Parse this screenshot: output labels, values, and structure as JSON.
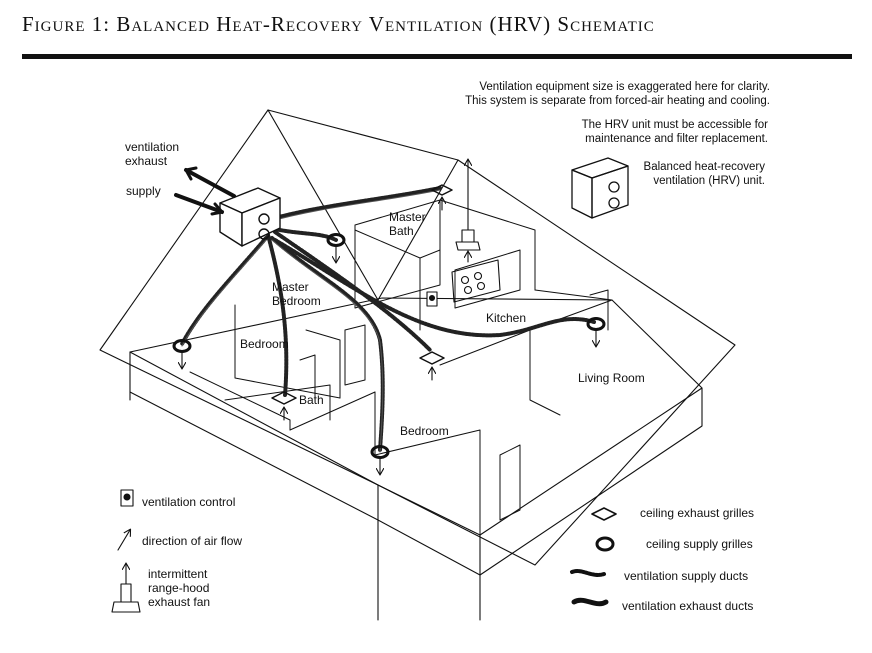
{
  "figure": {
    "title": "Figure 1: Balanced Heat-Recovery Ventilation (HRV) Schematic"
  },
  "notes": {
    "size_line1": "Ventilation equipment size is exaggerated here for clarity.",
    "size_line2": "This system is separate from forced-air heating and cooling.",
    "access_line1": "The HRV unit must be accessible for",
    "access_line2": "maintenance and filter replacement.",
    "unit_line1": "Balanced heat-recovery",
    "unit_line2": "ventilation (HRV) unit."
  },
  "labels": {
    "ventilation_exhaust_1": "ventilation",
    "ventilation_exhaust_2": "exhaust",
    "supply": "supply",
    "master_bath_1": "Master",
    "master_bath_2": "Bath",
    "master_bedroom_1": "Master",
    "master_bedroom_2": "Bedroom",
    "bedroom_1": "Bedroom",
    "kitchen": "Kitchen",
    "living_room": "Living Room",
    "bath": "Bath",
    "bedroom_2": "Bedroom"
  },
  "legend": {
    "ventilation_control": "ventilation control",
    "air_flow": "direction of air flow",
    "range_hood_1": "intermittent",
    "range_hood_2": "range-hood",
    "range_hood_3": "exhaust fan",
    "ceiling_exhaust": "ceiling exhaust grilles",
    "ceiling_supply": "ceiling supply grilles",
    "supply_ducts": "ventilation supply ducts",
    "exhaust_ducts": "ventilation exhaust ducts"
  },
  "icons": [
    "hrv-unit-icon",
    "ventilation-control-icon",
    "air-flow-arrow-icon",
    "range-hood-fan-icon",
    "ceiling-exhaust-grille-icon",
    "ceiling-supply-grille-icon",
    "supply-duct-icon",
    "exhaust-duct-icon"
  ]
}
